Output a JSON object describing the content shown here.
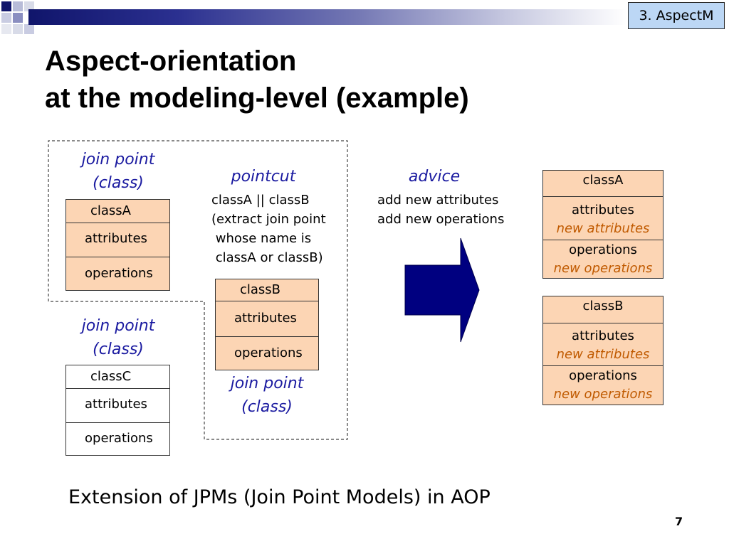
{
  "header": {
    "tag": "3. AspectM",
    "title_line1": "Aspect-orientation",
    "title_line2": "at the modeling-level (example)"
  },
  "labels": {
    "join_point_a_1": "join point",
    "join_point_a_2": "(class)",
    "join_point_c_1": "join point",
    "join_point_c_2": "(class)",
    "join_point_b_1": "join point",
    "join_point_b_2": "(class)",
    "pointcut": "pointcut",
    "advice": "advice"
  },
  "pointcut_text": {
    "line1": "classA || classB",
    "line2": "(extract join point",
    "line3": " whose name is",
    "line4": " classA or classB)"
  },
  "advice_text": {
    "line1": "add new attributes",
    "line2": "add new operations"
  },
  "classes_left": {
    "classA": {
      "name": "classA",
      "attributes": "attributes",
      "operations": "operations"
    },
    "classB": {
      "name": "classB",
      "attributes": "attributes",
      "operations": "operations"
    },
    "classC": {
      "name": "classC",
      "attributes": "attributes",
      "operations": "operations"
    }
  },
  "classes_result": {
    "classA": {
      "name": "classA",
      "attributes": "attributes",
      "new_attributes": "new attributes",
      "operations": "operations",
      "new_operations": "new operations"
    },
    "classB": {
      "name": "classB",
      "attributes": "attributes",
      "new_attributes": "new attributes",
      "operations": "operations",
      "new_operations": "new operations"
    }
  },
  "footer": {
    "caption": "Extension of JPMs (Join Point Models) in AOP",
    "page_number": "7"
  },
  "colors": {
    "class_fill": "#fcd5b4",
    "arrow": "#000080",
    "label_blue": "#1a1aa0",
    "new_member": "#c05a00",
    "tag_fill": "#bcd7f5"
  }
}
